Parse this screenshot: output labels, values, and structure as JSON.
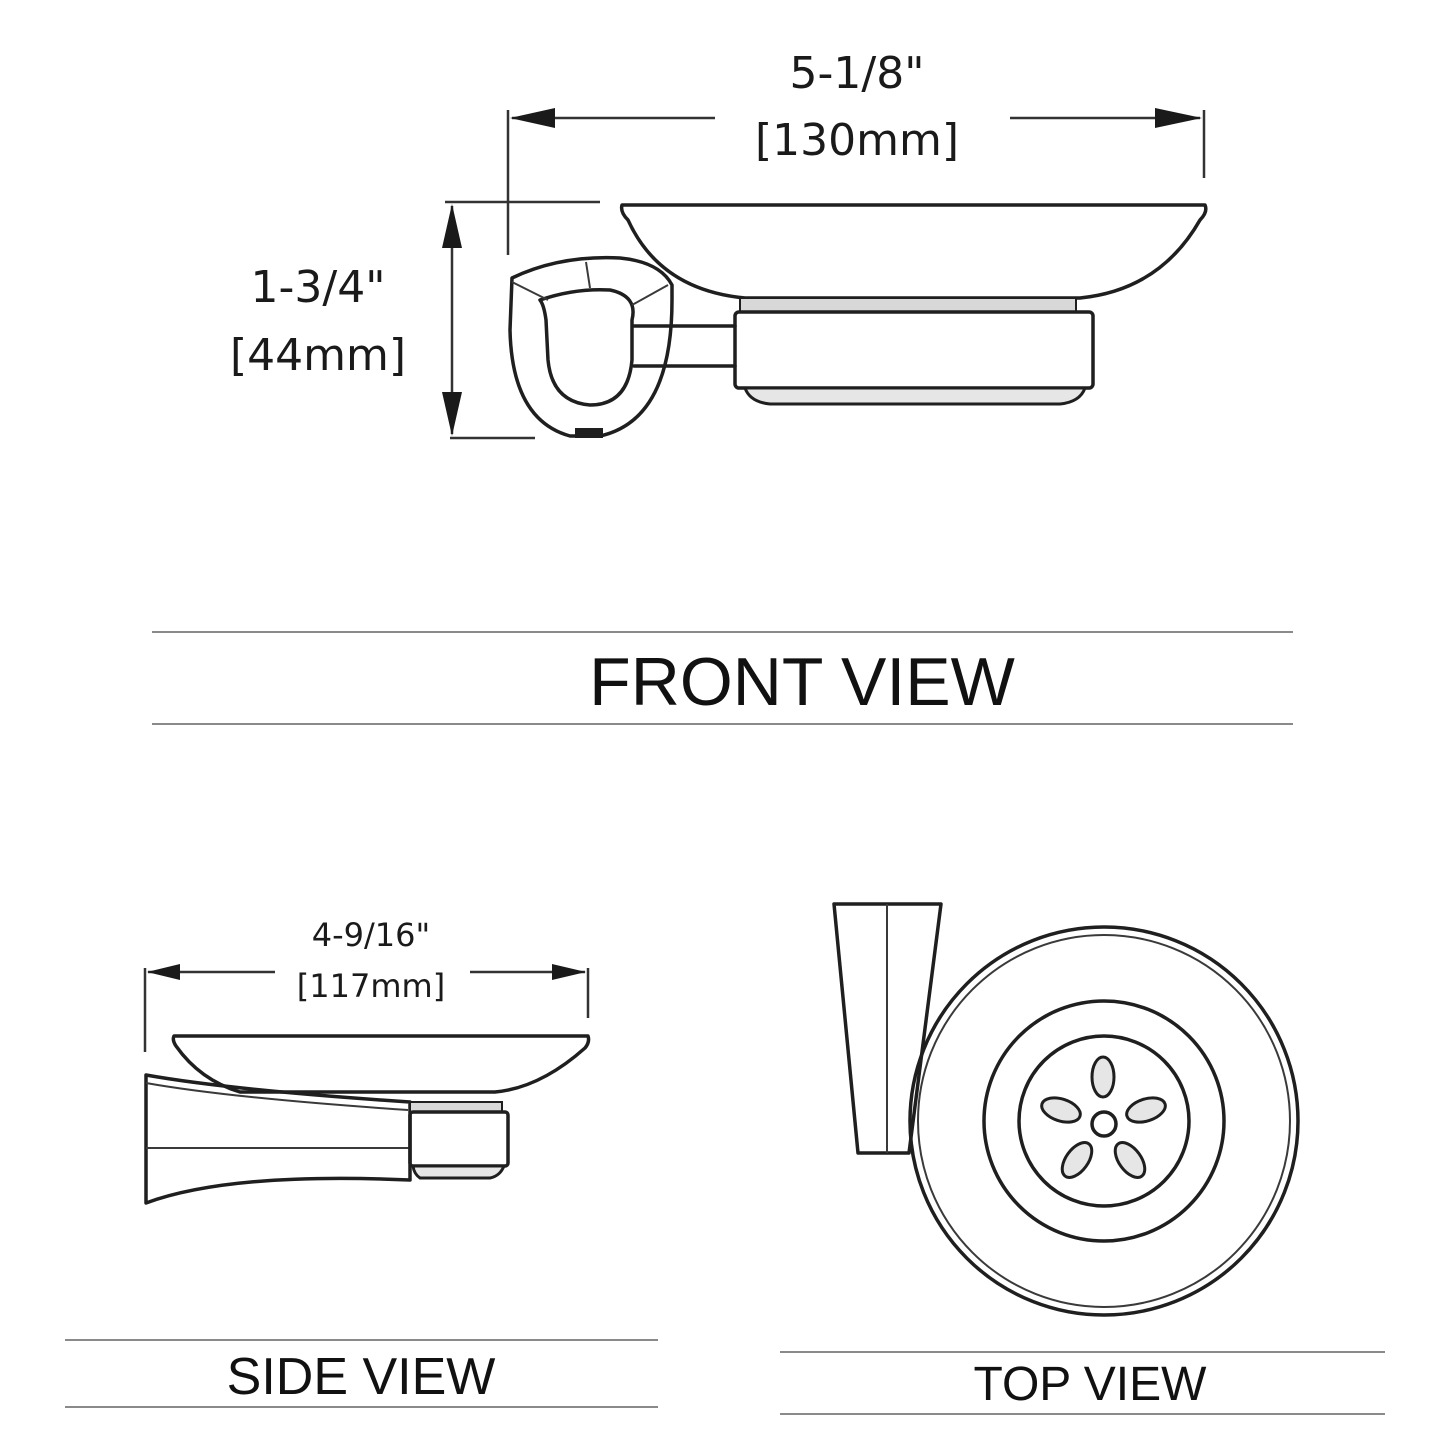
{
  "front": {
    "width_in": "5-1/8\"",
    "width_mm": "[130mm]",
    "height_in": "1-3/4\"",
    "height_mm": "[44mm]",
    "label": "FRONT VIEW"
  },
  "side": {
    "width_in": "4-9/16\"",
    "width_mm": "[117mm]",
    "label": "SIDE VIEW"
  },
  "top": {
    "label": "TOP VIEW"
  },
  "colors": {
    "line": "#1f1f1f",
    "rule": "#8a8a8a",
    "background": "#ffffff"
  }
}
